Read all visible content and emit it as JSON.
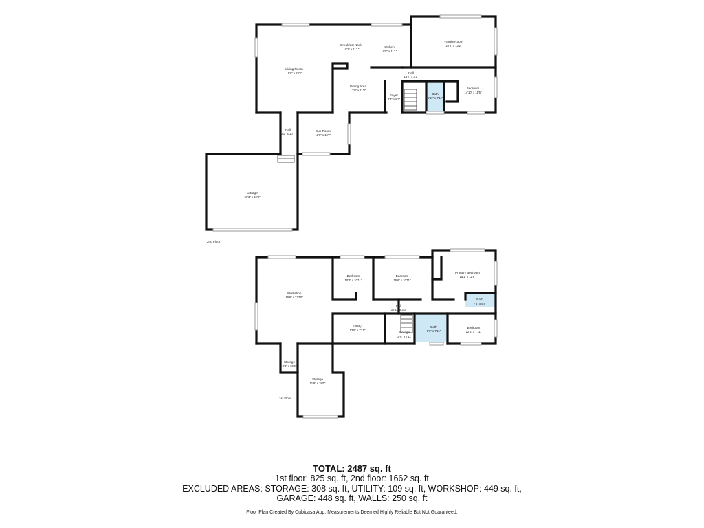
{
  "floors": {
    "upper_label": "2nd Floor",
    "lower_label": "1st Floor"
  },
  "rooms_upper": [
    {
      "id": "living-room",
      "name": "Living Room",
      "dim": "19'6\" x 23'2\""
    },
    {
      "id": "breakfast-nook",
      "name": "Breakfast Nook",
      "dim": "10'2\" x 11'1\""
    },
    {
      "id": "kitchen",
      "name": "Kitchen",
      "dim": "10'5\" x 11'1\""
    },
    {
      "id": "family-room",
      "name": "Family Room",
      "dim": "22'2\" x 13'2\""
    },
    {
      "id": "hall-upper-a",
      "name": "Hall",
      "dim": "13'7\" x 3'2\""
    },
    {
      "id": "dining-area",
      "name": "Dining Area",
      "dim": "13'9\" x 11'8\""
    },
    {
      "id": "foyer",
      "name": "Foyer",
      "dim": "4'8\" x 8'3\""
    },
    {
      "id": "bath-upper",
      "name": "Bath",
      "dim": "5'11\" x 7'11\""
    },
    {
      "id": "bedroom-upper",
      "name": "Bedroom",
      "dim": "14'10\" x 11'5\""
    },
    {
      "id": "hall-upper-b",
      "name": "Hall",
      "dim": "N11\" x 10'7\""
    },
    {
      "id": "sun-room",
      "name": "Sun Room",
      "dim": "12'8\" x 10'7\""
    },
    {
      "id": "garage",
      "name": "Garage",
      "dim": "23'3\" x 19'3\""
    }
  ],
  "rooms_lower": [
    {
      "id": "workshop",
      "name": "Workshop",
      "dim": "19'8\" x 22'10\""
    },
    {
      "id": "bedroom-lower-a",
      "name": "Bedroom",
      "dim": "10'3\" x 10'11\""
    },
    {
      "id": "bedroom-lower-b",
      "name": "Bedroom",
      "dim": "15'6\" x 10'11\""
    },
    {
      "id": "primary-bedroom",
      "name": "Primary Bedroom",
      "dim": "15'1\" x 12'8\""
    },
    {
      "id": "bath-lower-a",
      "name": "Bath",
      "dim": "7'3\" x 5'4\""
    },
    {
      "id": "hall-lower",
      "name": "Hall",
      "dim": "30'11\" x 3'0\""
    },
    {
      "id": "utility",
      "name": "Utility",
      "dim": "13'5\" x 7'11\""
    },
    {
      "id": "storage-lower-a",
      "name": "Storage",
      "dim": "10'6\" x 7'11\""
    },
    {
      "id": "bath-lower-b",
      "name": "Bath",
      "dim": "5'3\" x 7'11\""
    },
    {
      "id": "bedroom-lower-c",
      "name": "Bedroom",
      "dim": "12'6\" x 7'11\""
    },
    {
      "id": "storage-lower-b",
      "name": "Storage",
      "dim": "8'4\" x 10'9\""
    },
    {
      "id": "storage-lower-c",
      "name": "Storage",
      "dim": "11'9\" x 18'6\""
    }
  ],
  "summary": {
    "total": "TOTAL: 2487 sq. ft",
    "line1": "1st floor: 825 sq. ft, 2nd floor: 1662 sq. ft",
    "line2": "EXCLUDED AREAS: STORAGE: 308 sq. ft, UTILITY: 109 sq. ft, WORKSHOP: 449 sq. ft,",
    "line3": "GARAGE: 448 sq. ft, WALLS: 250 sq. ft"
  },
  "disclaimer": "Floor Plan Created By Cubicasa App. Measurements Deemed Highly Reliable But Not Guaranteed.",
  "colors": {
    "wall": "#111111",
    "bath_fill": "#cfe8f5",
    "window": "#9a9a9a"
  }
}
